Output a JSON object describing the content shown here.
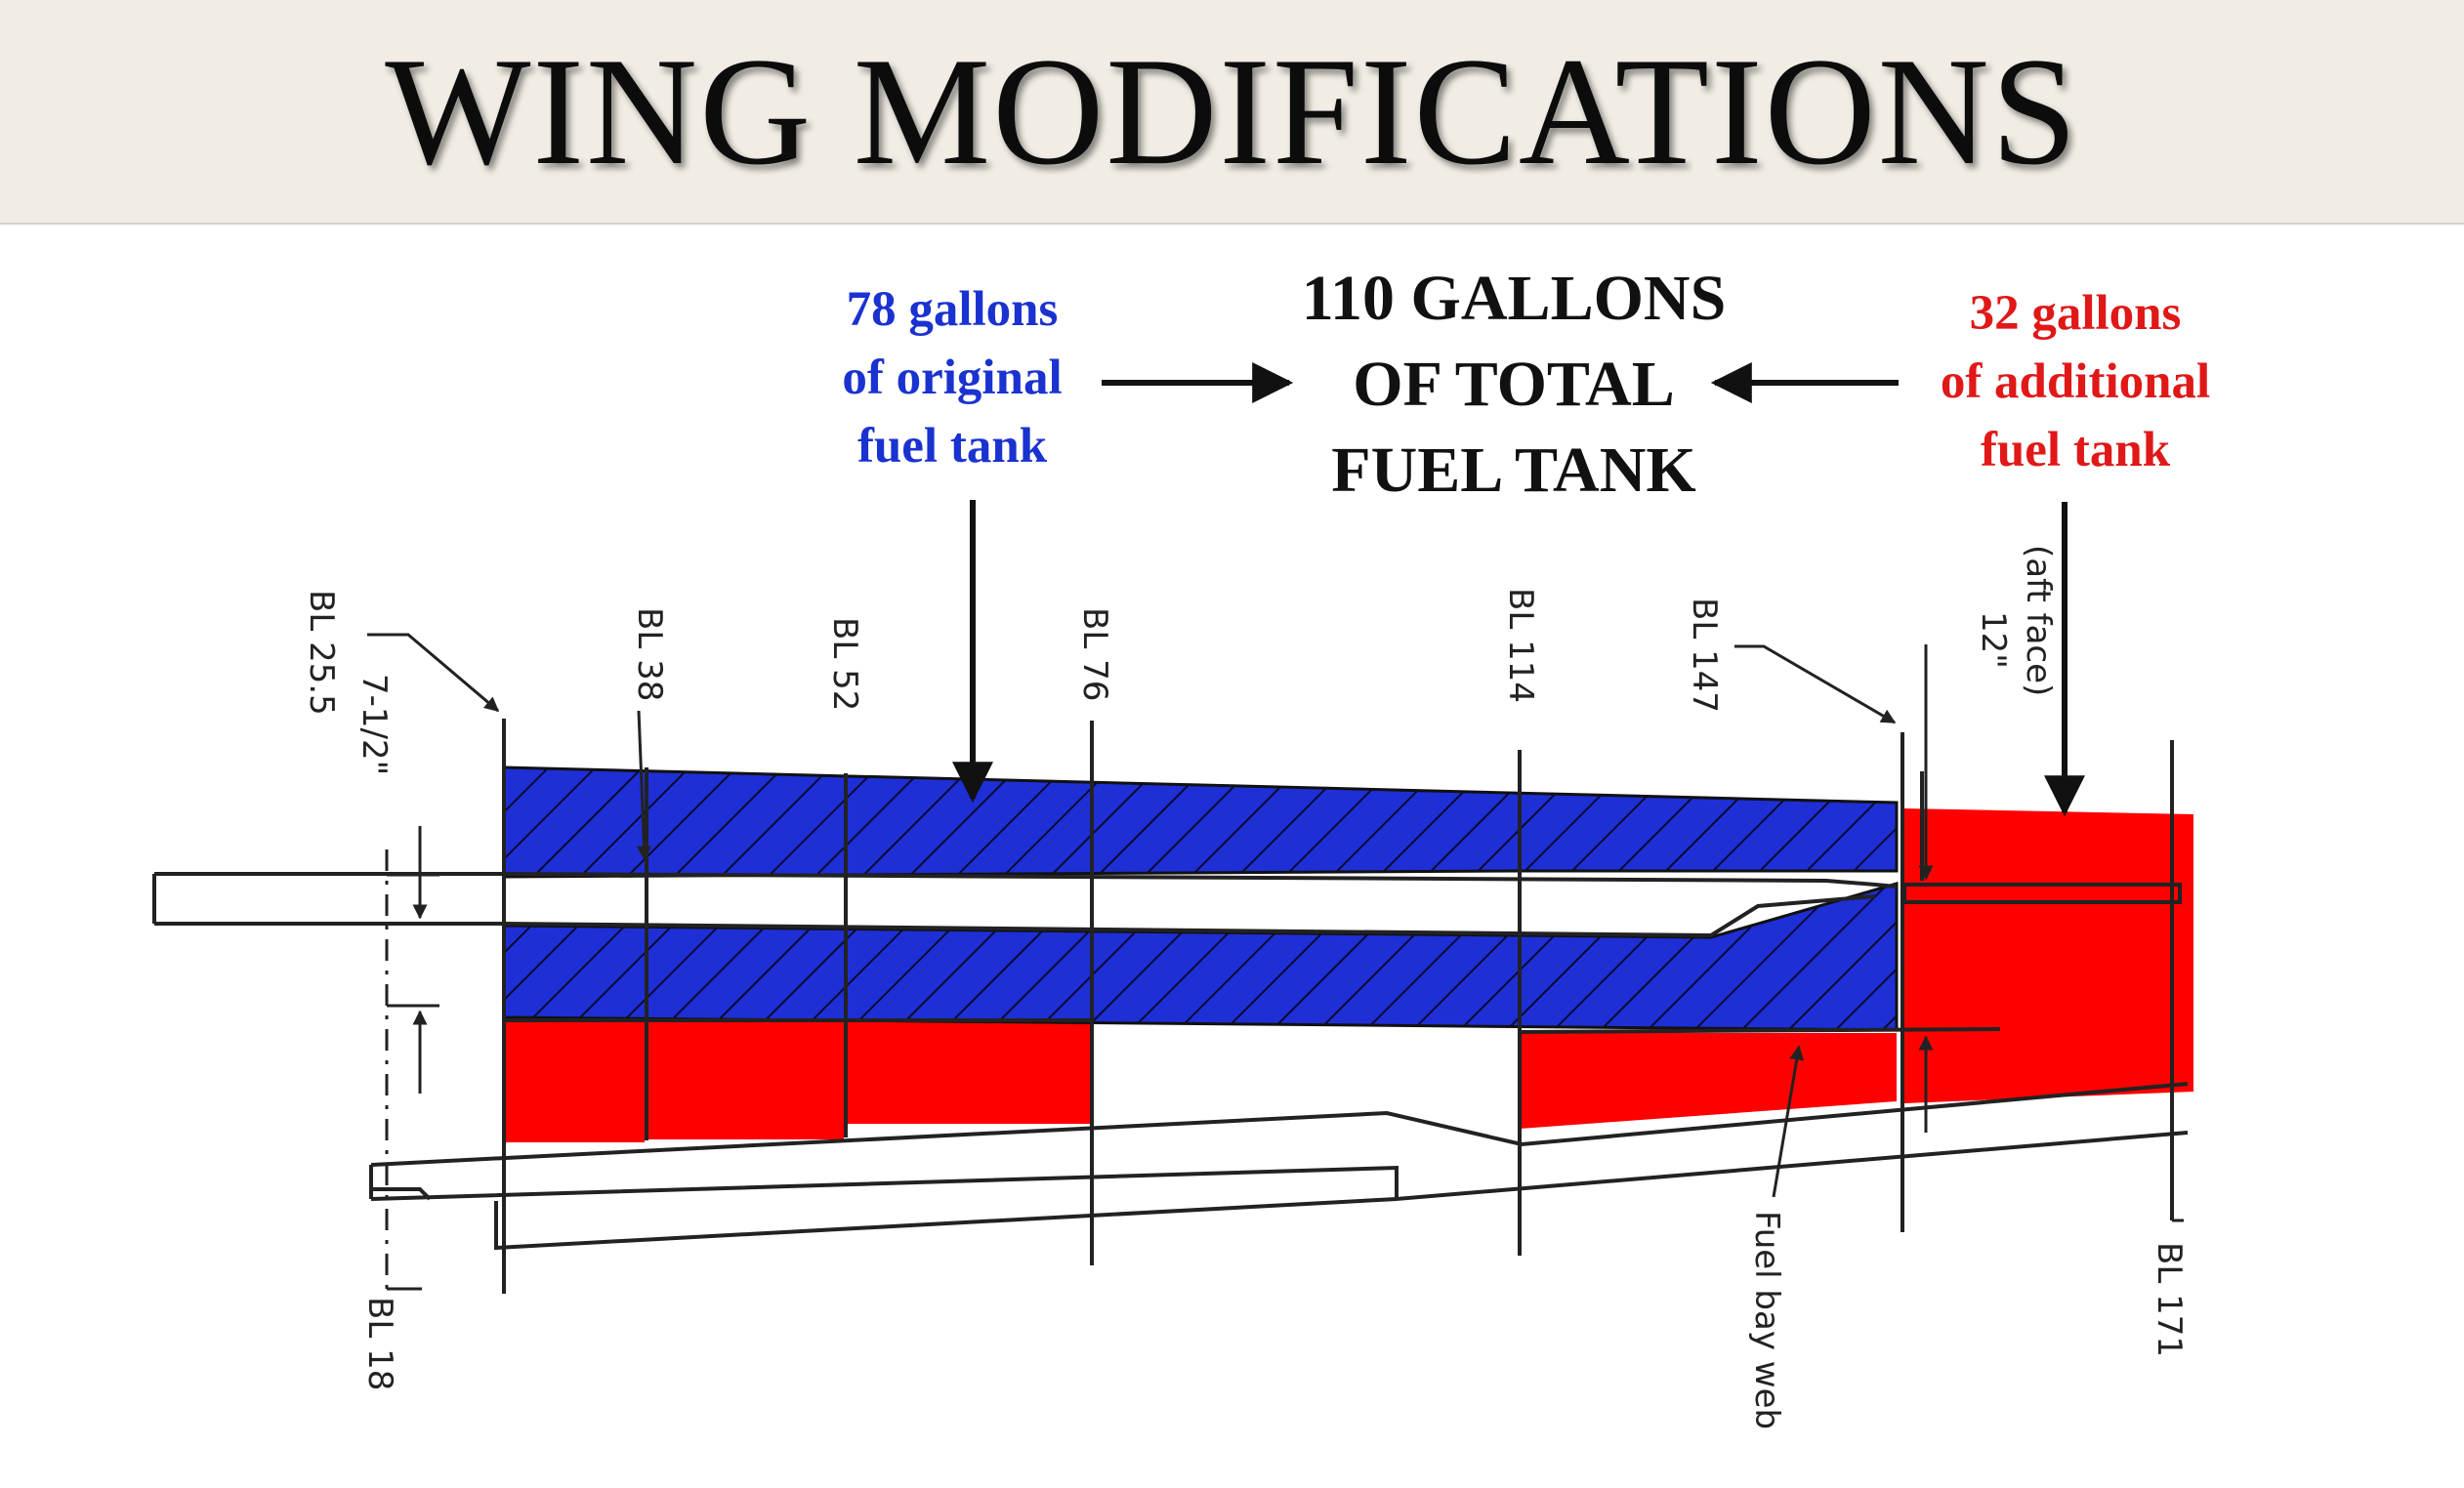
{
  "title": "WING MODIFICATIONS",
  "callouts": {
    "original": {
      "lines": [
        "78 gallons",
        "of original",
        "fuel tank"
      ],
      "color": "#1a32d0"
    },
    "total": {
      "lines": [
        "110 GALLONS",
        "OF TOTAL",
        "FUEL TANK"
      ],
      "color": "#111111"
    },
    "additional": {
      "lines": [
        "32 gallons",
        "of additional",
        "fuel tank"
      ],
      "color": "#e01818"
    }
  },
  "drawing_labels": {
    "bl_25_5": "BL 25.5",
    "dim_7_5": "7-1/2\"",
    "bl_38": "BL 38",
    "bl_52": "BL 52",
    "bl_76": "BL 76",
    "bl_114": "BL 114",
    "bl_147": "BL 147",
    "dim_12": "12\"",
    "aft_face": "(aft face)",
    "fuel_bay_web": "Fuel bay web",
    "bl_171": "BL 171",
    "bl_18": "BL 18"
  },
  "colors": {
    "original_tank": "#1e2fd6",
    "additional_tank": "#ff0000",
    "header_band": "#f1ede4"
  }
}
